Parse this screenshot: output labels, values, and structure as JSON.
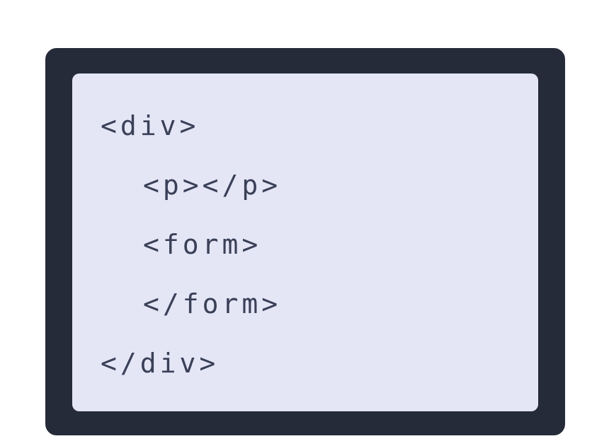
{
  "colors": {
    "page_background": "#ffffff",
    "frame_background": "#262b3a",
    "frame_outline": "#ffffff",
    "panel_background": "#e4e6f6",
    "code_text": "#3a4057"
  },
  "code": {
    "language": "html",
    "lines": [
      {
        "text": "<div>",
        "indent": 0
      },
      {
        "text": "<p></p>",
        "indent": 1
      },
      {
        "text": "<form>",
        "indent": 1
      },
      {
        "text": "</form>",
        "indent": 1
      },
      {
        "text": "</div>",
        "indent": 0
      }
    ]
  }
}
